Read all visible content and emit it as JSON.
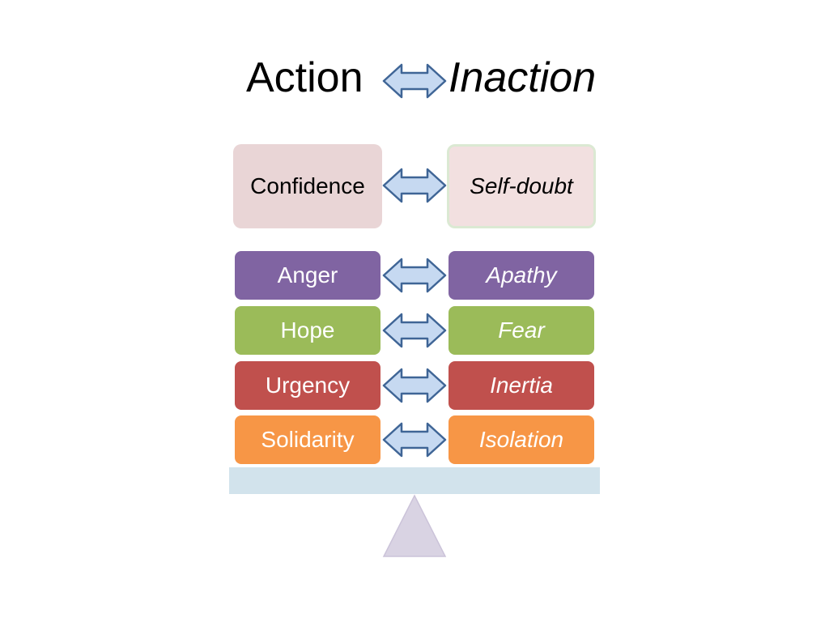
{
  "title": {
    "left": "Action",
    "right": "Inaction"
  },
  "top_pair": {
    "left": "Confidence",
    "right": "Self-doubt",
    "left_fill": "#e9d5d6",
    "right_fill": "#f2e0e0",
    "right_border": "#dbe9d3"
  },
  "pairs": [
    {
      "left": "Anger",
      "right": "Apathy",
      "color": "#8064a2"
    },
    {
      "left": "Hope",
      "right": "Fear",
      "color": "#9bbb59"
    },
    {
      "left": "Urgency",
      "right": "Inertia",
      "color": "#c0504d"
    },
    {
      "left": "Solidarity",
      "right": "Isolation",
      "color": "#f79646"
    }
  ],
  "arrow_icon": "double-headed-arrow-icon",
  "arrow_fill": "#c6d9f1",
  "arrow_stroke": "#3f6596",
  "beam_color": "#d2e3ec",
  "fulcrum_color": "#d9d3e3"
}
